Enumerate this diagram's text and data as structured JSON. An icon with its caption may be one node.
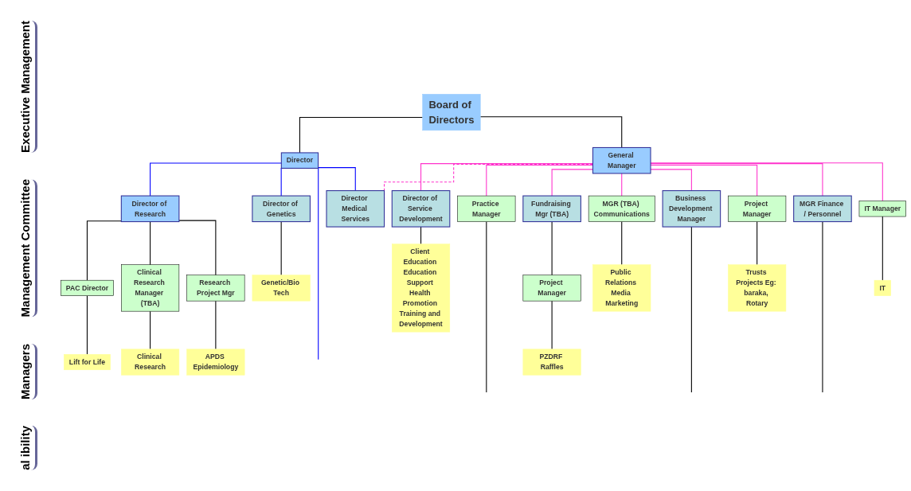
{
  "diagram": {
    "nodes": [
      {
        "text": [
          "Board of Directors"
        ]
      },
      {
        "text": [
          "Director"
        ]
      },
      {
        "text": [
          "General Manager"
        ]
      },
      {
        "text": [
          "Director of Research"
        ]
      },
      {
        "text": [
          "Director of Genetics"
        ]
      },
      {
        "text": [
          "Director of Service Development"
        ]
      },
      {
        "text": [
          "Director Medical Services"
        ]
      },
      {
        "text": [
          "Fundraising Mgr (TBA)"
        ]
      },
      {
        "text": [
          "Business Development Manager"
        ]
      },
      {
        "text": [
          "MGR Finance / Personnel"
        ]
      },
      {
        "text": [
          "PAC Director"
        ]
      },
      {
        "text": [
          "Clinical Research Manager (TBA)"
        ]
      },
      {
        "text": [
          "Research Project Mgr"
        ]
      },
      {
        "text": [
          "Practice Manager"
        ]
      },
      {
        "text": [
          "Project Manager"
        ]
      },
      {
        "text": [
          "MGR (TBA) Communications"
        ]
      },
      {
        "text": [
          "Project Manager"
        ]
      },
      {
        "text": [
          "IT Manager"
        ]
      },
      {
        "text": [
          "Lift for Life"
        ]
      },
      {
        "text": [
          "Clinical Research"
        ]
      },
      {
        "text": [
          "Genetic/Bio Tech"
        ]
      },
      {
        "text": [
          "APDS Epidemiology"
        ]
      },
      {
        "text": [
          "Client Education Education Support Health Promotion Training and Development"
        ]
      },
      {
        "text": [
          "PZDRF Raffles"
        ]
      },
      {
        "text": [
          "Public Relations Media Marketing"
        ]
      },
      {
        "text": [
          "Trusts Projects Eg: baraka, Rotary"
        ]
      },
      {
        "text": [
          "IT"
        ]
      }
    ],
    "edges": [
      {
        "from": 0,
        "to": 1,
        "arrow": "none"
      },
      {
        "from": 0,
        "to": 2,
        "arrow": "none"
      },
      {
        "from": 1,
        "to": 3,
        "arrow": "none",
        "color": "#0000ff"
      },
      {
        "from": 1,
        "to": 4,
        "arrow": "none",
        "color": "#0000ff"
      },
      {
        "from": 1,
        "to": null,
        "arrow": "none",
        "color": "#0000ff"
      },
      {
        "from": 1,
        "to": 6,
        "arrow": "none",
        "color": "#0000ff"
      },
      {
        "from": 2,
        "to": 5,
        "arrow": "none",
        "color": "#ff33cc"
      },
      {
        "from": 2,
        "to": 6,
        "arrow": "none",
        "style": "dashed",
        "color": "#ff33cc"
      },
      {
        "from": 2,
        "to": 13,
        "arrow": "none",
        "color": "#ff33cc"
      },
      {
        "from": 2,
        "to": 7,
        "arrow": "none",
        "color": "#ff33cc"
      },
      {
        "from": 2,
        "to": 15,
        "arrow": "none",
        "color": "#ff33cc"
      },
      {
        "from": 2,
        "to": 8,
        "arrow": "none",
        "color": "#ff33cc"
      },
      {
        "from": 2,
        "to": 16,
        "arrow": "none",
        "color": "#ff33cc"
      },
      {
        "from": 2,
        "to": 9,
        "arrow": "none",
        "color": "#ff33cc"
      },
      {
        "from": 2,
        "to": 17,
        "arrow": "none",
        "color": "#ff33cc"
      },
      {
        "from": 3,
        "to": 10,
        "arrow": "none"
      },
      {
        "from": 3,
        "to": 11,
        "arrow": "none"
      },
      {
        "from": 3,
        "to": 12,
        "arrow": "none"
      },
      {
        "from": 4,
        "to": 20,
        "arrow": "none"
      },
      {
        "from": 10,
        "to": 18,
        "arrow": "none"
      },
      {
        "from": 11,
        "to": 19,
        "arrow": "none"
      },
      {
        "from": 12,
        "to": 21,
        "arrow": "none"
      },
      {
        "from": 5,
        "to": 22,
        "arrow": "none"
      },
      {
        "from": 13,
        "to": null,
        "arrow": "none"
      },
      {
        "from": 7,
        "to": 14,
        "arrow": "none"
      },
      {
        "from": 14,
        "to": 23,
        "arrow": "none"
      },
      {
        "from": 15,
        "to": 24,
        "arrow": "none"
      },
      {
        "from": 8,
        "to": null,
        "arrow": "none"
      },
      {
        "from": 16,
        "to": 25,
        "arrow": "none"
      },
      {
        "from": 9,
        "to": null,
        "arrow": "none"
      },
      {
        "from": 17,
        "to": 26,
        "arrow": "none"
      }
    ],
    "labels": [
      "Executive Management",
      "Management Committee",
      "Managers",
      "al ibility"
    ]
  }
}
